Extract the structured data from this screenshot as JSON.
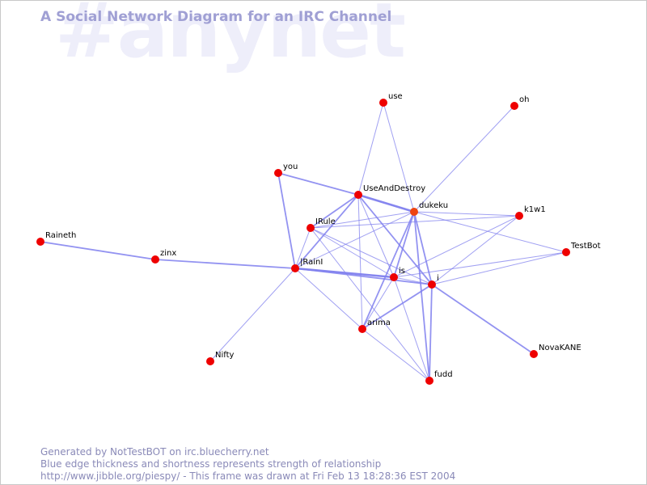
{
  "watermark": "#anynet",
  "title": "A Social Network Diagram for an IRC Channel",
  "colors": {
    "node": "#ee0000",
    "node_highlight": "#ee4411",
    "edge": "#8080ee",
    "title": "#a0a0d4",
    "watermark": "#eeeefa",
    "footer": "#8a8ab8"
  },
  "footer": {
    "line1": "Generated by NotTestBOT on irc.bluecherry.net",
    "line2": "Blue edge thickness and shortness represents strength of relationship",
    "line3": "http://www.jibble.org/piespy/ - This frame was drawn at Fri Feb 13 18:28:36 EST 2004"
  },
  "nodes": [
    {
      "id": "use",
      "label": "use"
    },
    {
      "id": "oh",
      "label": "oh"
    },
    {
      "id": "you",
      "label": "you"
    },
    {
      "id": "UseAndDestroy",
      "label": "UseAndDestroy"
    },
    {
      "id": "dukeku",
      "label": "dukeku",
      "highlight": true
    },
    {
      "id": "k1w1",
      "label": "k1w1"
    },
    {
      "id": "Raineth",
      "label": "Raineth"
    },
    {
      "id": "IRule",
      "label": "IRule"
    },
    {
      "id": "TestBot",
      "label": "TestBot"
    },
    {
      "id": "zinx",
      "label": "zinx"
    },
    {
      "id": "IRainI",
      "label": "|RainI"
    },
    {
      "id": "is",
      "label": "is"
    },
    {
      "id": "i",
      "label": "i"
    },
    {
      "id": "arima",
      "label": "arima"
    },
    {
      "id": "NovaKANE",
      "label": "NovaKANE"
    },
    {
      "id": "Nifty",
      "label": "Nifty"
    },
    {
      "id": "fudd",
      "label": "fudd"
    }
  ],
  "edges": [
    {
      "source": "Raineth",
      "target": "zinx",
      "strength": 2
    },
    {
      "source": "zinx",
      "target": "IRainI",
      "strength": 2
    },
    {
      "source": "IRainI",
      "target": "you",
      "strength": 2
    },
    {
      "source": "IRainI",
      "target": "Nifty",
      "strength": 1
    },
    {
      "source": "IRainI",
      "target": "UseAndDestroy",
      "strength": 2
    },
    {
      "source": "IRainI",
      "target": "dukeku",
      "strength": 1
    },
    {
      "source": "IRainI",
      "target": "is",
      "strength": 3
    },
    {
      "source": "IRainI",
      "target": "i",
      "strength": 2
    },
    {
      "source": "IRainI",
      "target": "arima",
      "strength": 1
    },
    {
      "source": "IRainI",
      "target": "IRule",
      "strength": 1
    },
    {
      "source": "you",
      "target": "UseAndDestroy",
      "strength": 2
    },
    {
      "source": "UseAndDestroy",
      "target": "dukeku",
      "strength": 3
    },
    {
      "source": "UseAndDestroy",
      "target": "use",
      "strength": 1
    },
    {
      "source": "UseAndDestroy",
      "target": "i",
      "strength": 2
    },
    {
      "source": "UseAndDestroy",
      "target": "is",
      "strength": 1
    },
    {
      "source": "UseAndDestroy",
      "target": "IRule",
      "strength": 2
    },
    {
      "source": "UseAndDestroy",
      "target": "arima",
      "strength": 1
    },
    {
      "source": "use",
      "target": "dukeku",
      "strength": 1
    },
    {
      "source": "oh",
      "target": "dukeku",
      "strength": 1
    },
    {
      "source": "dukeku",
      "target": "k1w1",
      "strength": 1
    },
    {
      "source": "dukeku",
      "target": "TestBot",
      "strength": 1
    },
    {
      "source": "dukeku",
      "target": "i",
      "strength": 2
    },
    {
      "source": "dukeku",
      "target": "is",
      "strength": 2
    },
    {
      "source": "dukeku",
      "target": "arima",
      "strength": 2
    },
    {
      "source": "dukeku",
      "target": "fudd",
      "strength": 2
    },
    {
      "source": "dukeku",
      "target": "IRule",
      "strength": 1
    },
    {
      "source": "k1w1",
      "target": "i",
      "strength": 1
    },
    {
      "source": "k1w1",
      "target": "is",
      "strength": 1
    },
    {
      "source": "k1w1",
      "target": "IRule",
      "strength": 1
    },
    {
      "source": "TestBot",
      "target": "is",
      "strength": 1
    },
    {
      "source": "TestBot",
      "target": "i",
      "strength": 1
    },
    {
      "source": "IRule",
      "target": "i",
      "strength": 1
    },
    {
      "source": "IRule",
      "target": "is",
      "strength": 1
    },
    {
      "source": "IRule",
      "target": "fudd",
      "strength": 1
    },
    {
      "source": "is",
      "target": "i",
      "strength": 1
    },
    {
      "source": "is",
      "target": "arima",
      "strength": 1
    },
    {
      "source": "is",
      "target": "fudd",
      "strength": 1
    },
    {
      "source": "i",
      "target": "arima",
      "strength": 2
    },
    {
      "source": "i",
      "target": "NovaKANE",
      "strength": 2
    },
    {
      "source": "i",
      "target": "fudd",
      "strength": 2
    },
    {
      "source": "arima",
      "target": "fudd",
      "strength": 1
    }
  ]
}
